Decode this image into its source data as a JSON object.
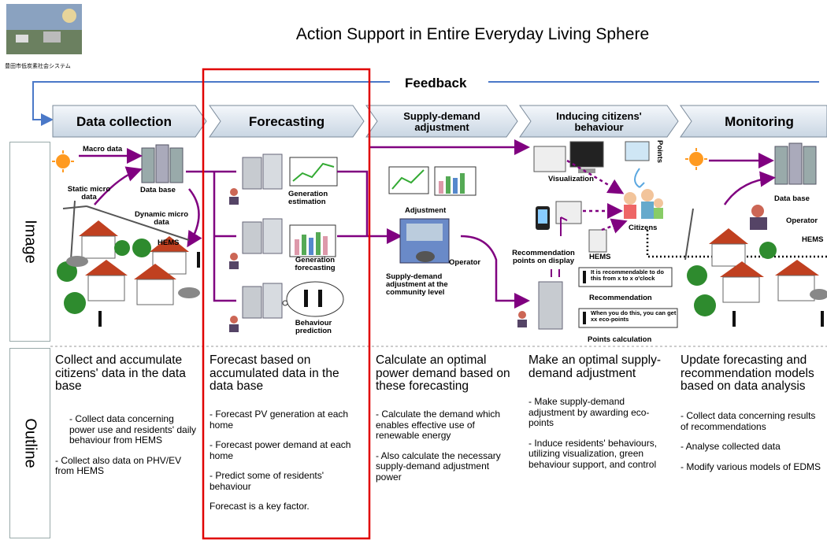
{
  "title": "Action Support in Entire Everyday Living Sphere",
  "logo_caption": "豊田市低炭素社会システム",
  "feedback": "Feedback",
  "stages": [
    "Data collection",
    "Forecasting",
    "Supply-demand adjustment",
    "Inducing citizens' behaviour",
    "Monitoring"
  ],
  "row_labels": {
    "image": "Image",
    "outline": "Outline"
  },
  "image_labels": {
    "macro_data": "Macro data",
    "static_micro_data": "Static micro data",
    "data_base": "Data base",
    "dynamic_micro_data": "Dynamic micro data",
    "hems": "HEMS",
    "generation_estimation": "Generation estimation",
    "generation_forecasting": "Generation forecasting",
    "behaviour_prediction": "Behaviour prediction",
    "adjustment": "Adjustment",
    "operator": "Operator",
    "sd_community": "Supply-demand adjustment at the community level",
    "visualization": "Visualization",
    "points": "Points",
    "citizens": "Citizens",
    "recommendation_points": "Recommendation points on display",
    "bubble1": "It is recommendable to do this from x to x o'clock",
    "recommendation": "Recommendation",
    "bubble2": "When you do this, you can get xx eco-points",
    "points_calculation": "Points calculation",
    "data_base_2": "Data base",
    "operator_2": "Operator",
    "hems_2": "HEMS",
    "hems_3": "HEMS"
  },
  "outline": [
    {
      "heading": "Collect and accumulate citizens' data in the data base",
      "points": [
        "- Collect data concerning power use and residents' daily behaviour from HEMS",
        "- Collect also data on PHV/EV from HEMS"
      ]
    },
    {
      "heading": "Forecast based on accumulated data in the data base",
      "points": [
        "- Forecast PV generation at each home",
        "- Forecast power demand at each home",
        "- Predict some of residents' behaviour",
        "Forecast is a key factor."
      ]
    },
    {
      "heading": "Calculate an optimal power demand based on these forecasting",
      "points": [
        "- Calculate the demand which enables effective use of renewable energy",
        "- Also calculate the necessary supply-demand adjustment power"
      ]
    },
    {
      "heading": "Make an optimal supply-demand adjustment",
      "points": [
        "- Make supply-demand adjustment by awarding eco-points",
        "- Induce residents' behaviours, utilizing visualization, green behaviour support, and control"
      ]
    },
    {
      "heading": "Update forecasting and recommendation models based on data analysis",
      "points": [
        "- Collect data concerning results of recommendations",
        "- Analyse collected data",
        "- Modify various models of EDMS"
      ]
    }
  ],
  "colors": {
    "arrow": "#800080",
    "chevron": "#dfe8f0",
    "highlight": "#e00000",
    "feedback": "#4a78c8"
  }
}
